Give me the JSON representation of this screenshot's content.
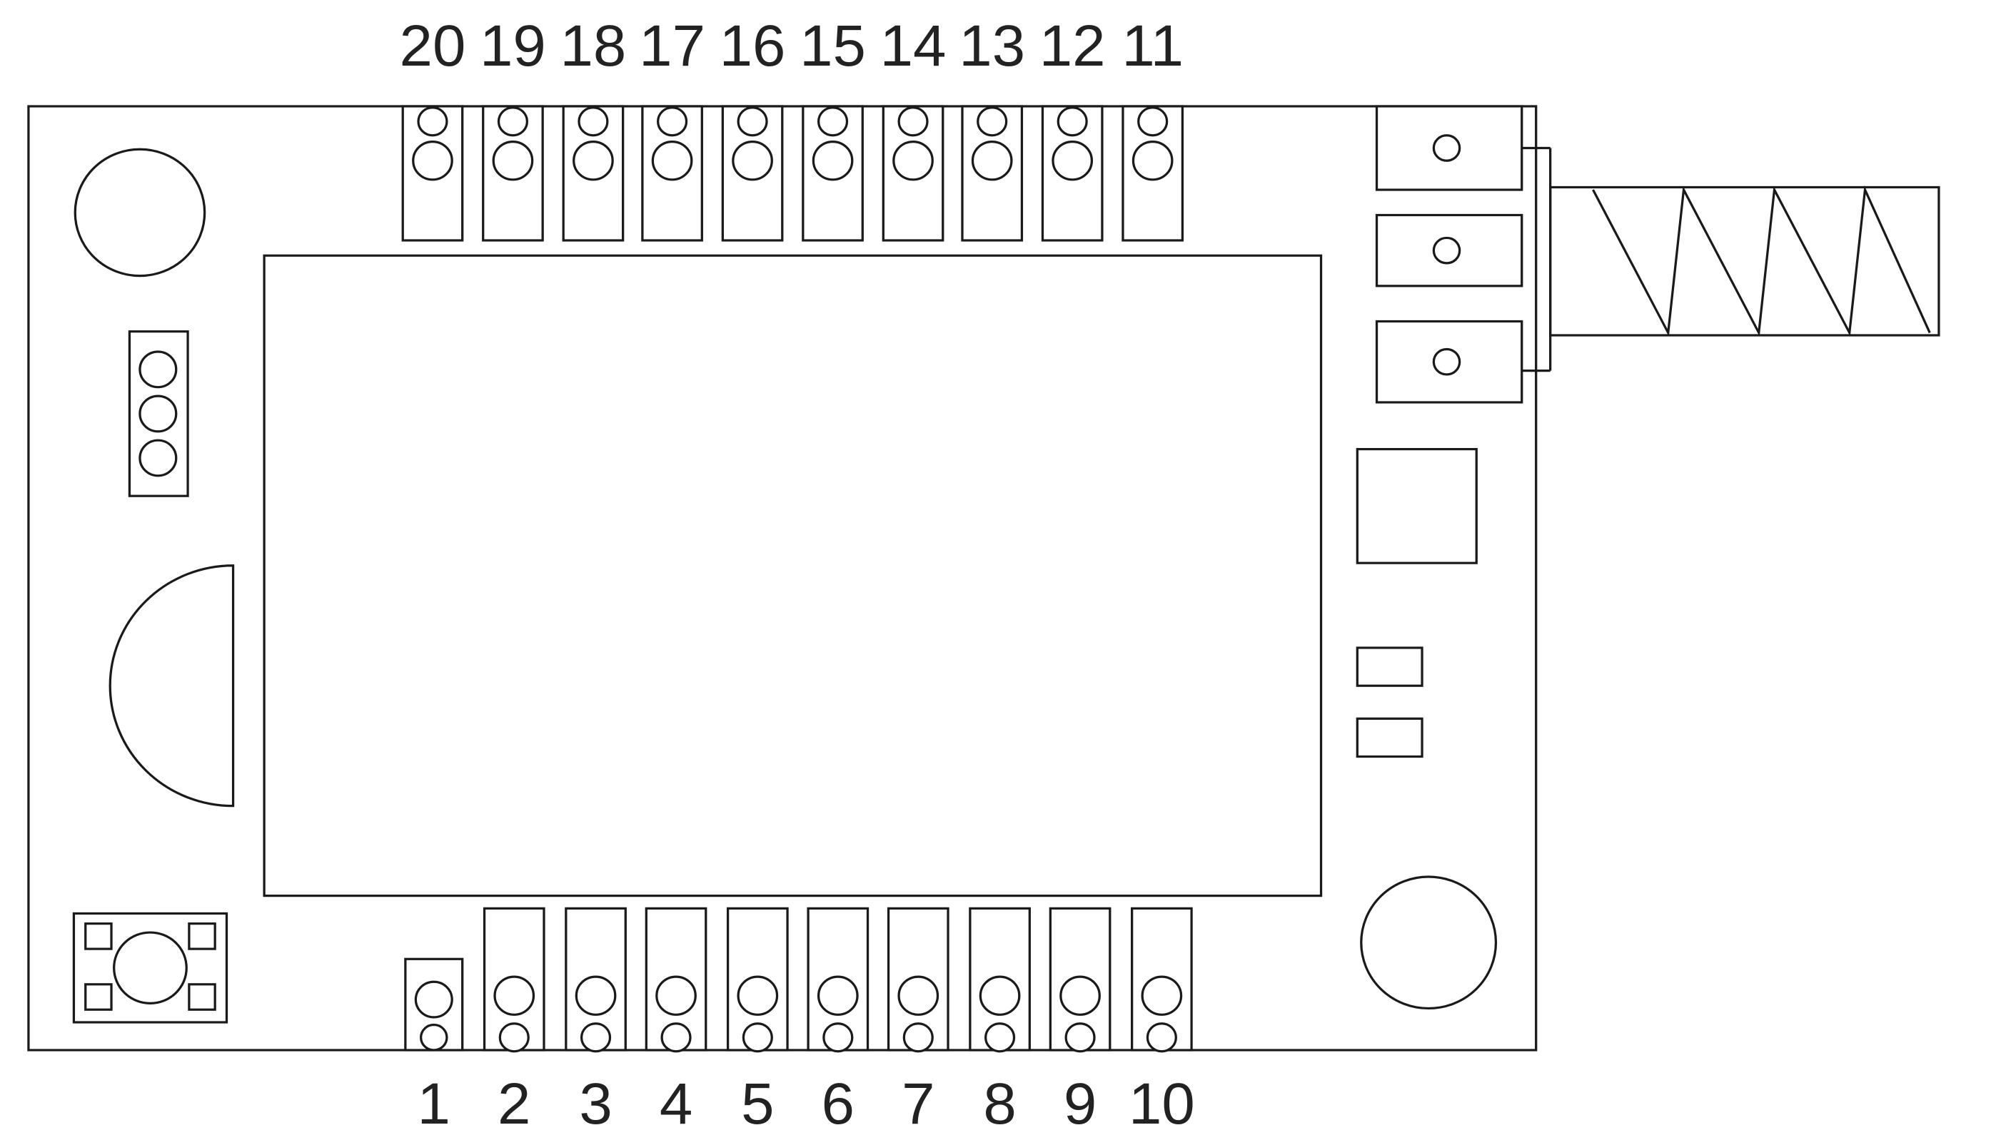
{
  "diagram": {
    "title": "module-pinout-outline-drawing",
    "pins": {
      "top_labels": [
        "20",
        "19",
        "18",
        "17",
        "16",
        "15",
        "14",
        "13",
        "12",
        "11"
      ],
      "bottom_labels": [
        "1",
        "2",
        "3",
        "4",
        "5",
        "6",
        "7",
        "8",
        "9",
        "10"
      ]
    },
    "colors": {
      "stroke": "#1a1a1a",
      "background": "#ffffff"
    }
  }
}
